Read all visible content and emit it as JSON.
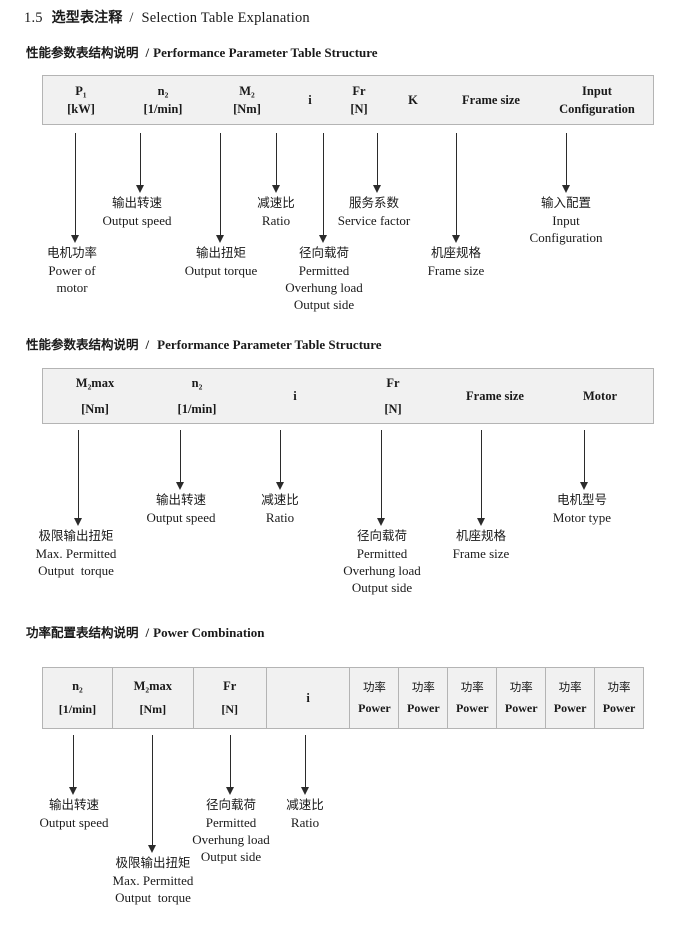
{
  "document": {
    "section_number": "1.5",
    "title_cn": "选型表注释",
    "title_sep": "/",
    "title_en": "Selection Table Explanation"
  },
  "sections": [
    {
      "heading_cn": "性能参数表结构说明",
      "heading_sep": "/",
      "heading_en": "Performance Parameter Table Structure",
      "table": {
        "columns": [
          {
            "line1": "P₁",
            "line2": "[kW]"
          },
          {
            "line1": "n₂",
            "line2": "[1/min]"
          },
          {
            "line1": "M₂",
            "line2": "[Nm]"
          },
          {
            "line1": "i",
            "line2": ""
          },
          {
            "line1": "Fr",
            "line2": "[N]"
          },
          {
            "line1": "K",
            "line2": ""
          },
          {
            "line1": "Frame size",
            "line2": ""
          },
          {
            "line1": "Input",
            "line2": "Configuration"
          }
        ]
      },
      "annotations": [
        {
          "cn": "电机功率",
          "en": [
            "Power of",
            "motor"
          ]
        },
        {
          "cn": "输出转速",
          "en": [
            "Output speed"
          ]
        },
        {
          "cn": "输出扭矩",
          "en": [
            "Output torque"
          ]
        },
        {
          "cn": "减速比",
          "en": [
            "Ratio"
          ]
        },
        {
          "cn": "径向载荷",
          "en": [
            "Permitted",
            "Overhung load",
            "Output side"
          ]
        },
        {
          "cn": "服务系数",
          "en": [
            "Service factor"
          ]
        },
        {
          "cn": "机座规格",
          "en": [
            "Frame size"
          ]
        },
        {
          "cn": "输入配置",
          "en": [
            "Input",
            "Configuration"
          ]
        }
      ]
    },
    {
      "heading_cn": "性能参数表结构说明",
      "heading_sep": "/",
      "heading_en": "Performance Parameter Table Structure",
      "table": {
        "columns": [
          {
            "line1": "M₂max",
            "line2": "[Nm]"
          },
          {
            "line1": "n₂",
            "line2": "[1/min]"
          },
          {
            "line1": "i",
            "line2": ""
          },
          {
            "line1": "Fr",
            "line2": "[N]"
          },
          {
            "line1": "Frame size",
            "line2": ""
          },
          {
            "line1": "Motor",
            "line2": ""
          }
        ]
      },
      "annotations": [
        {
          "cn": "极限输出扭矩",
          "en": [
            "Max. Permitted",
            "Output  torque"
          ]
        },
        {
          "cn": "输出转速",
          "en": [
            "Output speed"
          ]
        },
        {
          "cn": "减速比",
          "en": [
            "Ratio"
          ]
        },
        {
          "cn": "径向载荷",
          "en": [
            "Permitted",
            "Overhung load",
            "Output side"
          ]
        },
        {
          "cn": "机座规格",
          "en": [
            "Frame size"
          ]
        },
        {
          "cn": "电机型号",
          "en": [
            "Motor type"
          ]
        }
      ]
    },
    {
      "heading_cn": "功率配置表结构说明",
      "heading_sep": "/",
      "heading_en": "Power Combination",
      "table": {
        "columns": [
          {
            "line1": "n₂",
            "line2": "[1/min]"
          },
          {
            "line1": "M₂max",
            "line2": "[Nm]"
          },
          {
            "line1": "Fr",
            "line2": "[N]"
          },
          {
            "line1": "i",
            "line2": ""
          },
          {
            "line1": "功率",
            "line2": "Power"
          },
          {
            "line1": "功率",
            "line2": "Power"
          },
          {
            "line1": "功率",
            "line2": "Power"
          },
          {
            "line1": "功率",
            "line2": "Power"
          },
          {
            "line1": "功率",
            "line2": "Power"
          },
          {
            "line1": "功率",
            "line2": "Power"
          }
        ]
      },
      "annotations": [
        {
          "cn": "输出转速",
          "en": [
            "Output speed"
          ]
        },
        {
          "cn": "极限输出扭矩",
          "en": [
            "Max. Permitted",
            "Output  torque"
          ]
        },
        {
          "cn": "径向载荷",
          "en": [
            "Permitted",
            "Overhung load",
            "Output side"
          ]
        },
        {
          "cn": "减速比",
          "en": [
            "Ratio"
          ]
        }
      ]
    }
  ],
  "colors": {
    "table_background": "#f1f1f1",
    "table_border": "#b4b4b4",
    "arrow": "#2b2b2b",
    "text": "#1a1a1a"
  }
}
